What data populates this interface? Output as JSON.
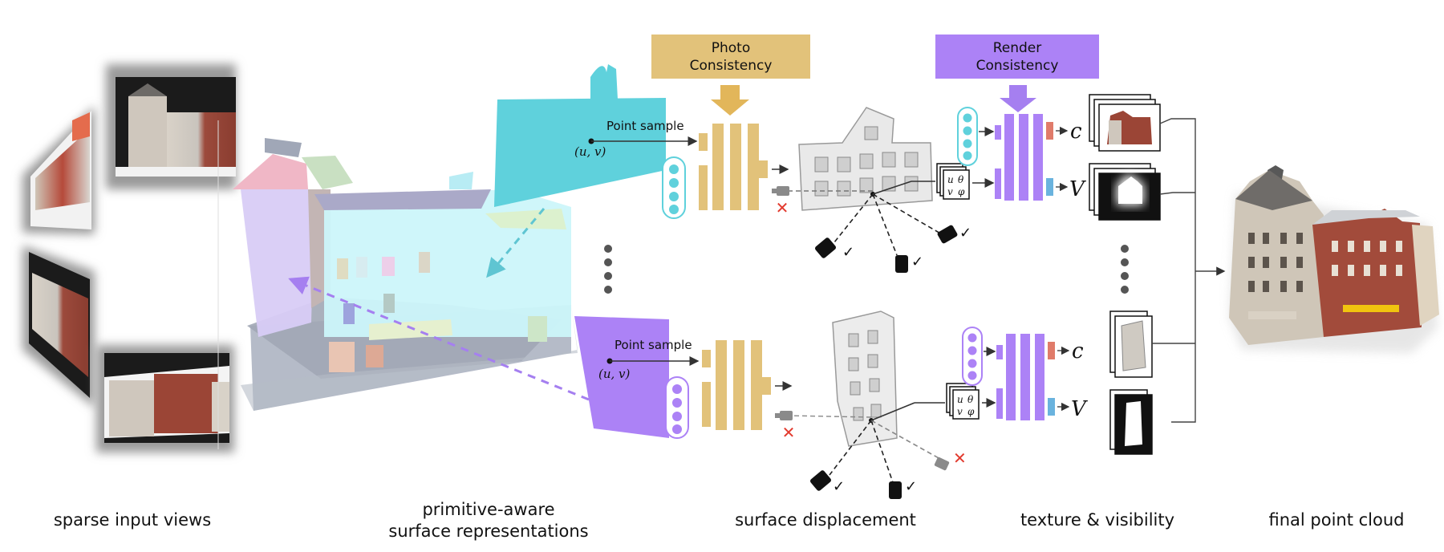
{
  "headers": {
    "photo": [
      "Photo",
      "Consistency"
    ],
    "render": [
      "Render",
      "Consistency"
    ]
  },
  "branches": {
    "top": {
      "point_sample": "Point sample",
      "uv": "(u, v)"
    },
    "bottom": {
      "point_sample": "Point sample",
      "uv": "(u, v)"
    }
  },
  "features": {
    "top": {
      "u": "u",
      "theta": "θ",
      "v": "v",
      "phi": "φ"
    },
    "bottom": {
      "u": "u",
      "theta": "θ",
      "v": "v",
      "phi": "φ"
    }
  },
  "outputs": {
    "top_c": "c",
    "top_v": "V",
    "bottom_c": "c",
    "bottom_v": "V",
    "arrow": "→"
  },
  "stages": {
    "sparse": "sparse input views",
    "primitive": [
      "primitive-aware",
      "surface representations"
    ],
    "displacement": "surface displacement",
    "texture": "texture & visibility",
    "final": "final point cloud"
  },
  "marks": {
    "cross": "✕",
    "check": "✓"
  },
  "colors": {
    "photo": "#e2c27a",
    "render": "#ac82f6",
    "cyan": "#5fd1dc",
    "purple": "#ac82f6",
    "mlp_gold": "#e2c27a",
    "color_out": "#e07b6a",
    "vis_out": "#6ab3de",
    "cross": "#e23a2e"
  }
}
